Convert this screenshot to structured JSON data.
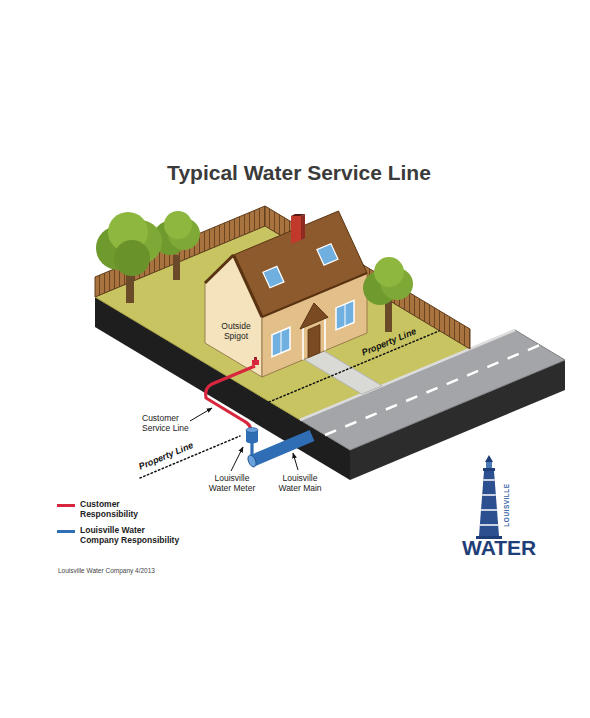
{
  "diagram": {
    "title": "Typical Water Service Line",
    "labels": [
      "Outside Spigot",
      "Property Line",
      "Customer Service Line",
      "Property Line",
      "Louisville Water Meter",
      "Louisville Water Main",
      "Louisville Water Company 4/2013",
      "LOUISVILLE",
      "WATER"
    ],
    "legend": [
      {
        "text": "Customer Responsibility",
        "color": "#d7263d"
      },
      {
        "text": "Louisville Water Company Responsibility",
        "color": "#2f6eb5"
      }
    ]
  }
}
